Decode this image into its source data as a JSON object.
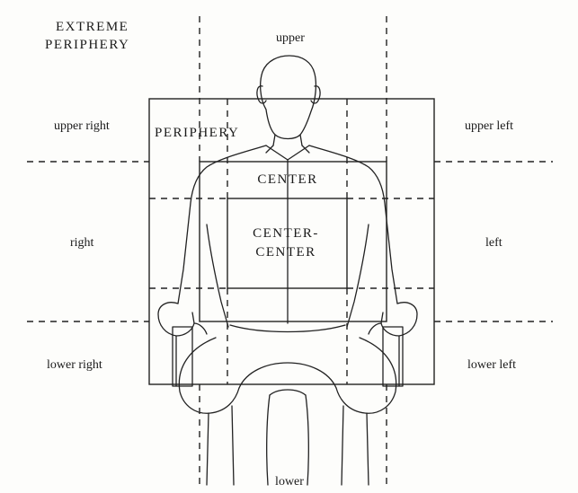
{
  "labels": {
    "extreme_periphery_line1": "EXTREME",
    "extreme_periphery_line2": "PERIPHERY",
    "upper": "upper",
    "upper_right": "upper right",
    "periphery": "PERIPHERY",
    "upper_left": "upper left",
    "center": "CENTER",
    "center_center_line1": "CENTER-",
    "center_center_line2": "CENTER",
    "right": "right",
    "left": "left",
    "lower_right": "lower right",
    "lower_left": "lower left",
    "lower": "lower"
  }
}
